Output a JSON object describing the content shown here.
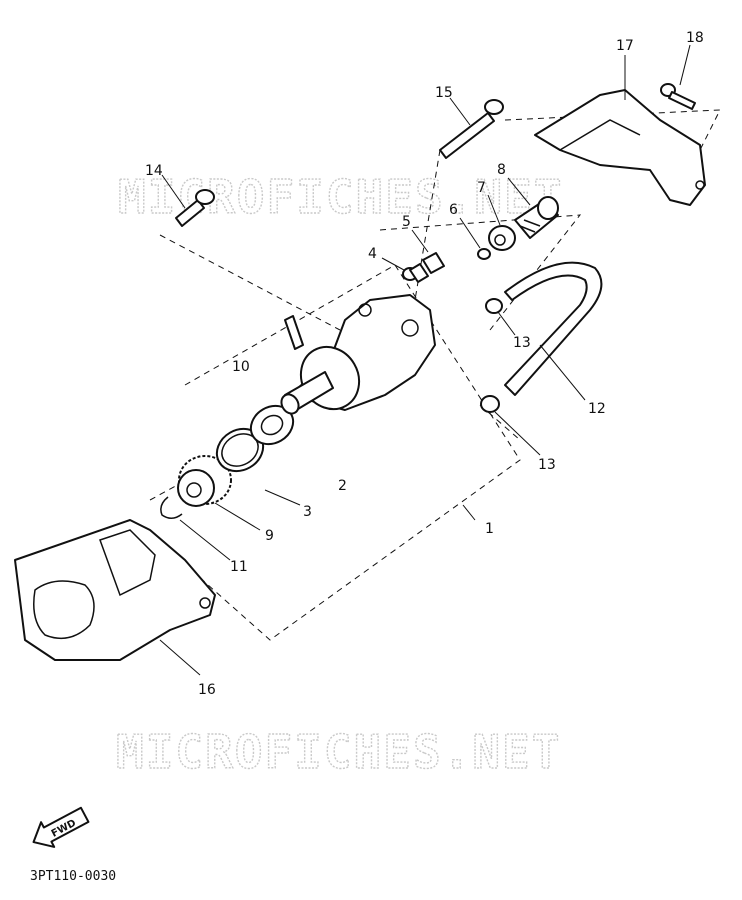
{
  "watermarks": [
    "MICROFICHES.NET",
    "MICROFICHES.NET"
  ],
  "diagram_code": "3PT110-0030",
  "fwd_label": "FWD",
  "callouts": [
    {
      "id": "c1",
      "label": "1"
    },
    {
      "id": "c2",
      "label": "2"
    },
    {
      "id": "c3",
      "label": "3"
    },
    {
      "id": "c4",
      "label": "4"
    },
    {
      "id": "c5",
      "label": "5"
    },
    {
      "id": "c6",
      "label": "6"
    },
    {
      "id": "c7",
      "label": "7"
    },
    {
      "id": "c8",
      "label": "8"
    },
    {
      "id": "c9",
      "label": "9"
    },
    {
      "id": "c10",
      "label": "10"
    },
    {
      "id": "c11",
      "label": "11"
    },
    {
      "id": "c12",
      "label": "12"
    },
    {
      "id": "c13a",
      "label": "13"
    },
    {
      "id": "c13b",
      "label": "13"
    },
    {
      "id": "c14",
      "label": "14"
    },
    {
      "id": "c15",
      "label": "15"
    },
    {
      "id": "c16",
      "label": "16"
    },
    {
      "id": "c17",
      "label": "17"
    },
    {
      "id": "c18",
      "label": "18"
    }
  ]
}
